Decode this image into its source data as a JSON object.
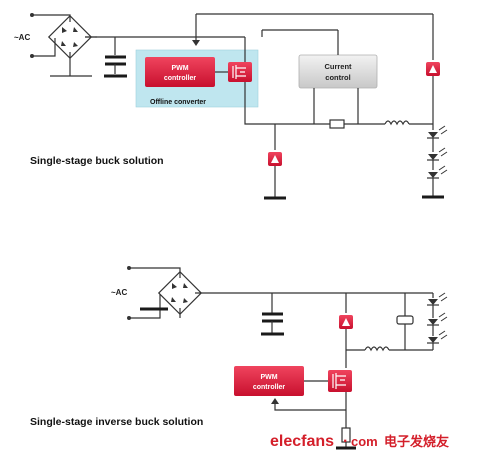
{
  "top": {
    "ac_label": "~AC",
    "pwm_line1": "PWM",
    "pwm_line2": "controller",
    "offline_label": "Offline converter",
    "current_line1": "Current",
    "current_line2": "control",
    "caption": "Single-stage buck solution"
  },
  "bottom": {
    "ac_label": "~AC",
    "pwm_line1": "PWM",
    "pwm_line2": "controller",
    "caption": "Single-stage inverse buck solution"
  },
  "watermark": {
    "brand": "elecfans",
    "dot": "·",
    "tld": "com",
    "chinese": "电子发烧友"
  },
  "colors": {
    "pwm_fill": "#e0183c",
    "offline_highlight": "#bfe6ef",
    "current_fill": "#dcdcdc",
    "wire": "#333333",
    "brand": "#d41f2a"
  }
}
